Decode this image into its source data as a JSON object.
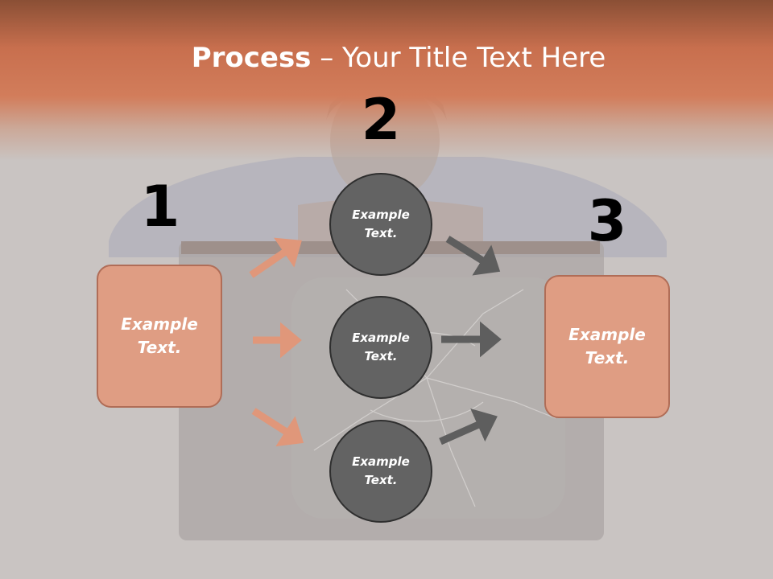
{
  "title": {
    "bold": "Process",
    "rest": " – Your Title Text Here"
  },
  "steps": [
    "1",
    "2",
    "3"
  ],
  "left_box": {
    "text": "Example Text."
  },
  "circles": [
    {
      "text": "Example Text."
    },
    {
      "text": "Example Text."
    },
    {
      "text": "Example Text."
    }
  ],
  "right_box": {
    "text": "Example Text."
  },
  "colors": {
    "header": "#d27d5b",
    "box_fill": "#df9d83",
    "box_border": "#b06d57",
    "circle_fill": "#636363",
    "circle_border": "#2f2f2f",
    "arrow_left": "#e0977a",
    "arrow_right": "#5e5e5e"
  }
}
